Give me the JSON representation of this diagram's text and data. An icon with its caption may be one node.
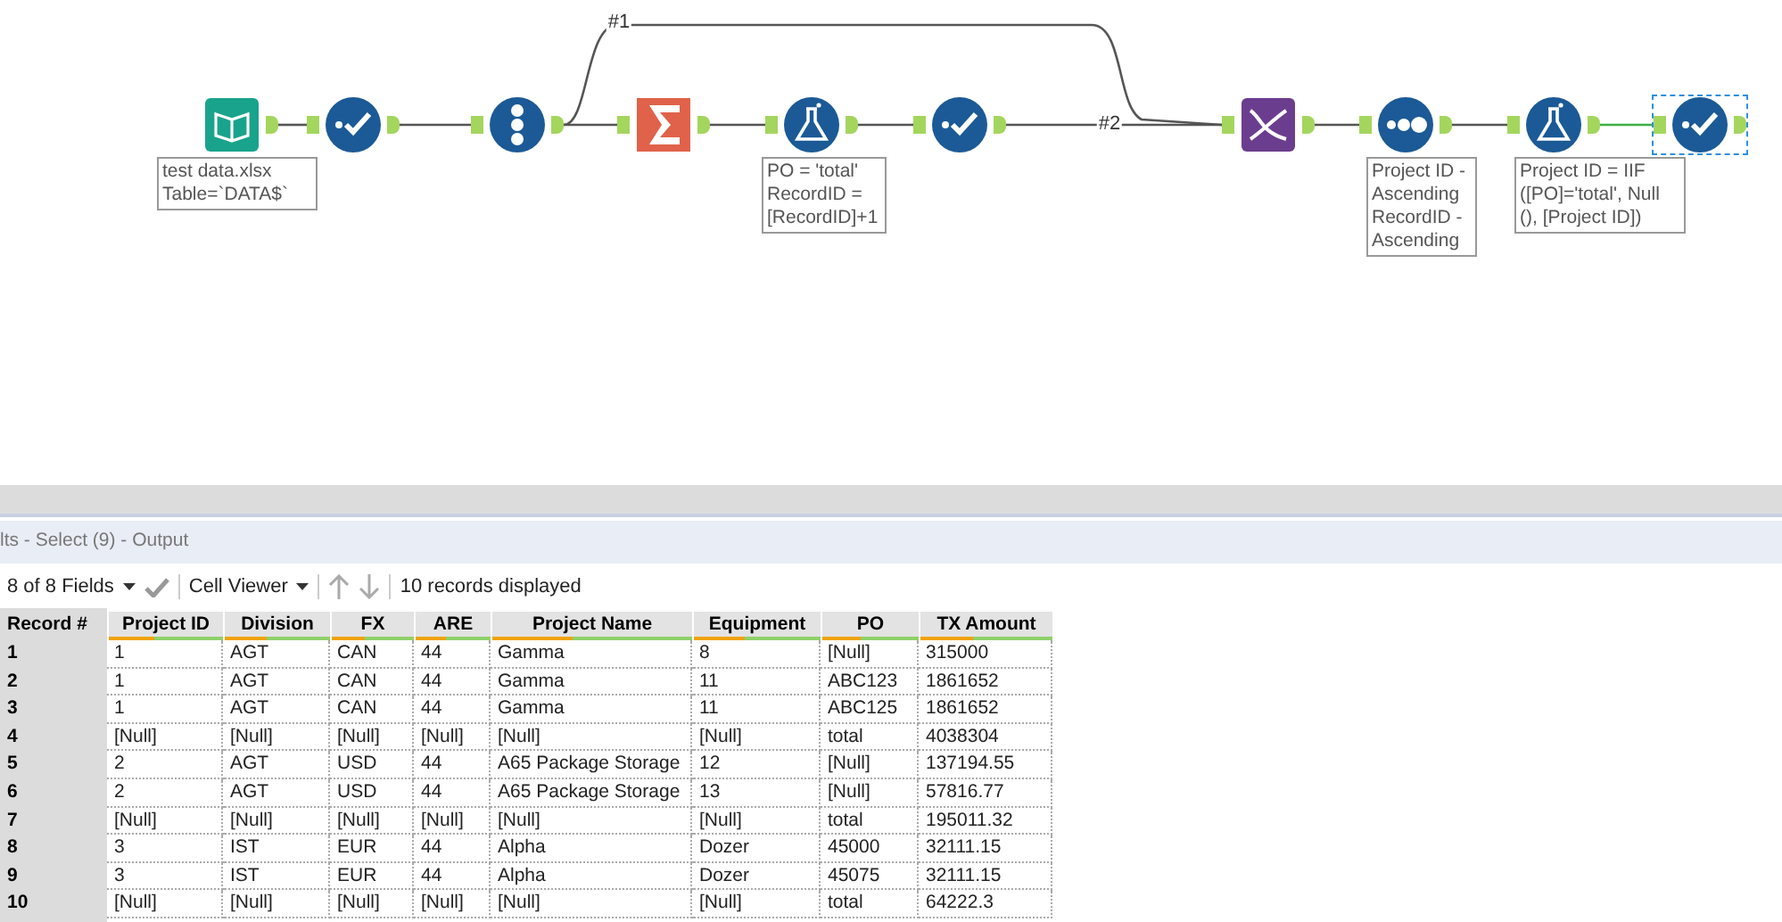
{
  "diagram": {
    "nodes": [
      {
        "text": [],
        "shape": "picture",
        "beside": [
          "test data.xlsx Table=`DATA$`"
        ]
      },
      {
        "text": [],
        "shape": "picture"
      },
      {
        "text": [],
        "shape": "picture"
      },
      {
        "text": [],
        "shape": "picture"
      },
      {
        "text": [],
        "shape": "picture",
        "beside": [
          "PO = 'total' RecordID = [RecordID]+1"
        ]
      },
      {
        "text": [],
        "shape": "picture"
      },
      {
        "text": [],
        "shape": "picture"
      },
      {
        "text": [],
        "shape": "picture",
        "beside": [
          "Project ID - Ascending RecordID - Ascending"
        ]
      },
      {
        "text": [],
        "shape": "picture",
        "beside": [
          "Project ID = IIF ([PO]='total', Null (), [Project ID])"
        ]
      },
      {
        "text": [],
        "shape": "picture"
      }
    ],
    "edges": [
      {
        "from": 0,
        "to": 1,
        "arrow": "none"
      },
      {
        "from": 1,
        "to": 2,
        "arrow": "none"
      },
      {
        "from": 2,
        "to": 3,
        "arrow": "none"
      },
      {
        "from": 3,
        "to": 4,
        "arrow": "none"
      },
      {
        "from": 4,
        "to": 5,
        "arrow": "none"
      },
      {
        "from": 5,
        "to": 6,
        "arrow": "none",
        "label": "#2"
      },
      {
        "from": 2,
        "to": 6,
        "arrow": "none",
        "label": "#1"
      },
      {
        "from": 6,
        "to": 7,
        "arrow": "none"
      },
      {
        "from": 7,
        "to": 8,
        "arrow": "none"
      },
      {
        "from": 8,
        "to": 9,
        "arrow": "none",
        "color": "#3cb043"
      }
    ],
    "labels": [
      "lts - Select (9) - Output",
      "8 of 8 Fields",
      "Cell Viewer",
      "10 records displayed",
      "Record #",
      "Project ID",
      "Division",
      "FX",
      "ARE",
      "Project Name",
      "Equipment",
      "PO",
      "TX Amount",
      "1",
      "1",
      "AGT",
      "CAN",
      "44",
      "Gamma",
      "8",
      "[Null]",
      "315000",
      "2",
      "1",
      "AGT",
      "CAN",
      "44",
      "Gamma",
      "11",
      "ABC123",
      "1861652",
      "3",
      "1",
      "AGT",
      "CAN",
      "44",
      "Gamma",
      "11",
      "ABC125",
      "1861652",
      "4",
      "[Null]",
      "[Null]",
      "[Null]",
      "[Null]",
      "[Null]",
      "[Null]",
      "total",
      "4038304",
      "5",
      "2",
      "AGT",
      "USD",
      "44",
      "A65 Package Storage",
      "12",
      "[Null]",
      "137194.55",
      "6",
      "2",
      "AGT",
      "USD",
      "44",
      "A65 Package Storage",
      "13",
      "[Null]",
      "57816.77",
      "7",
      "[Null]",
      "[Null]",
      "[Null]",
      "[Null]",
      "[Null]",
      "[Null]",
      "total",
      "195011.32",
      "8",
      "3",
      "IST",
      "EUR",
      "44",
      "Alpha",
      "Dozer",
      "45000",
      "32111.15",
      "9",
      "3",
      "IST",
      "EUR",
      "44",
      "Alpha",
      "Dozer",
      "45075",
      "32111.15",
      "10",
      "[Null]",
      "[Null]",
      "[Null]",
      "[Null]",
      "[Null]",
      "[Null]",
      "total",
      "64222.3"
    ]
  }
}
